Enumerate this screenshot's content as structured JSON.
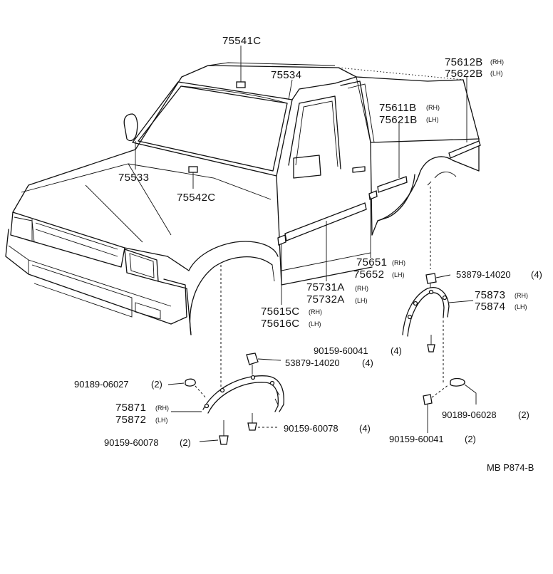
{
  "labels": {
    "p75541C": "75541C",
    "p75534": "75534",
    "p75612B": "75612B",
    "p75612B_side": "(RH)",
    "p75622B": "75622B",
    "p75622B_side": "(LH)",
    "p75611B": "75611B",
    "p75611B_side": "(RH)",
    "p75621B": "75621B",
    "p75621B_side": "(LH)",
    "p75533": "75533",
    "p75542C": "75542C",
    "p75651": "75651",
    "p75651_side": "(RH)",
    "p75652": "75652",
    "p75652_side": "(LH)",
    "p75731A": "75731A",
    "p75731A_side": "(RH)",
    "p75732A": "75732A",
    "p75732A_side": "(LH)",
    "p75615C": "75615C",
    "p75615C_side": "(RH)",
    "p75616C": "75616C",
    "p75616C_side": "(LH)",
    "p53879_r": "53879-14020",
    "p53879_r_qty": "(4)",
    "p75873": "75873",
    "p75873_side": "(RH)",
    "p75874": "75874",
    "p75874_side": "(LH)",
    "p90159_60041_a": "90159-60041",
    "p90159_60041_a_qty": "(4)",
    "p53879_l": "53879-14020",
    "p53879_l_qty": "(4)",
    "p90189_06027": "90189-06027",
    "p90189_06027_qty": "(2)",
    "p75871": "75871",
    "p75871_side": "(RH)",
    "p75872": "75872",
    "p75872_side": "(LH)",
    "p90159_60078_r": "90159-60078",
    "p90159_60078_r_qty": "(4)",
    "p90159_60078_l": "90159-60078",
    "p90159_60078_l_qty": "(2)",
    "p90189_06028": "90189-06028",
    "p90189_06028_qty": "(2)",
    "p90159_60041_b": "90159-60041",
    "p90159_60041_b_qty": "(2)",
    "ref_code": "MB P874-B"
  }
}
